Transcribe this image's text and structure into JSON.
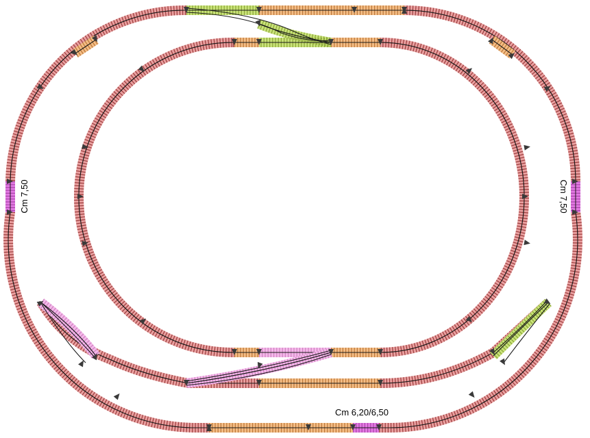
{
  "labels": {
    "left_loop": "Cm 7,50",
    "right_loop": "Cm 7,50",
    "bottom_segment": "Cm 6,20/6,50"
  },
  "colors": {
    "curve_track": "#e9a0a0",
    "curve_ties": "#8c2a2a",
    "straight_track": "#f3bd86",
    "straight_ties": "#b06a2a",
    "switch_green": "#c9e27a",
    "switch_pink": "#f4b8ea",
    "special_magenta": "#e27ae2",
    "rail": "#1a1a1a",
    "joint_marker": "#3a3a3a"
  }
}
